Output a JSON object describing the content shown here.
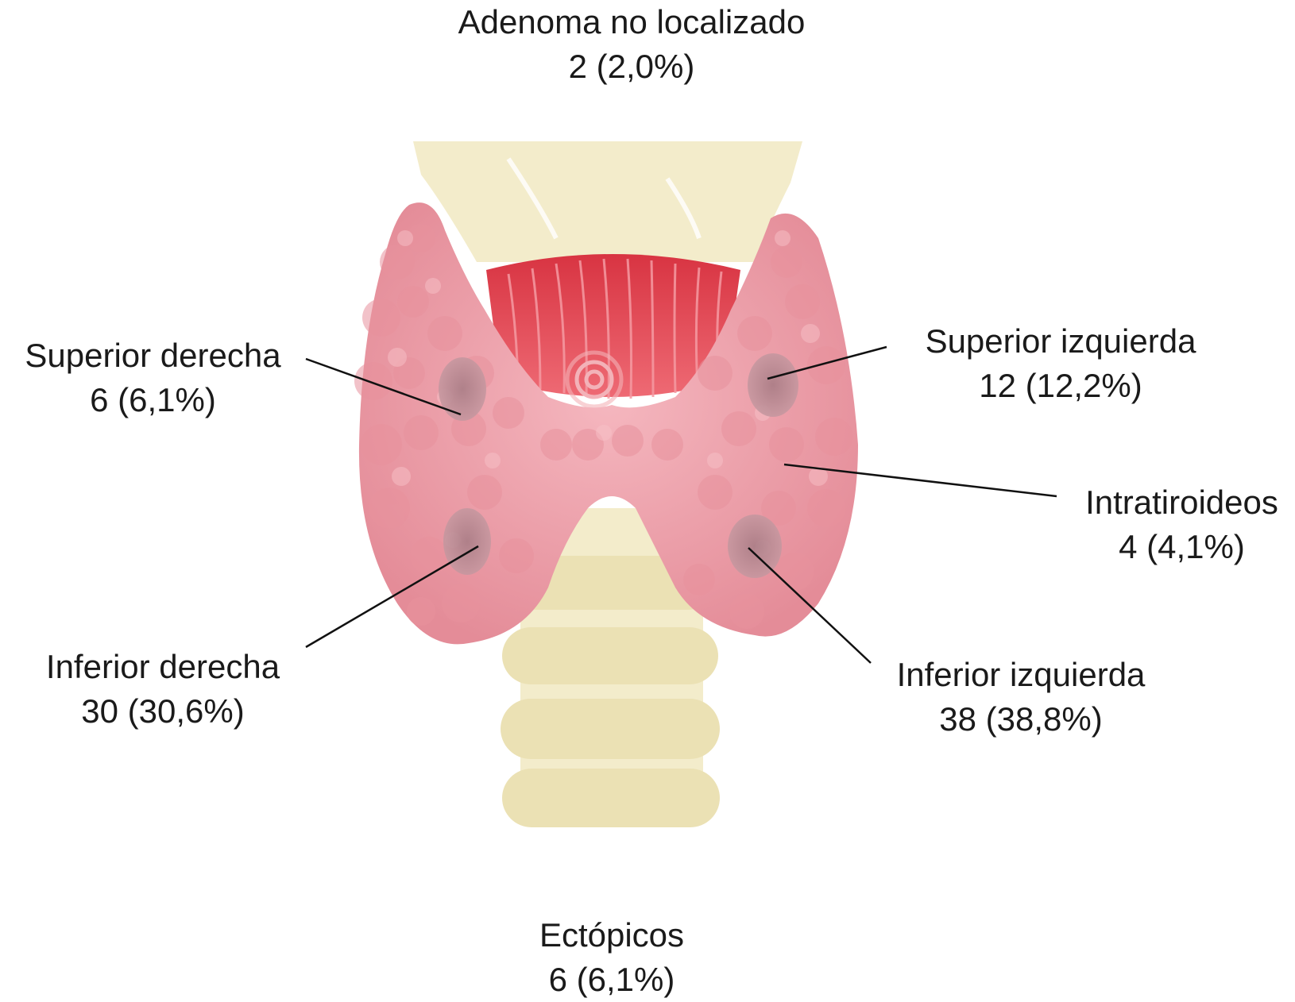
{
  "labels": {
    "no_localizado": {
      "name": "Adenoma no localizado",
      "value": "2 (2,0%)"
    },
    "superior_derecha": {
      "name": "Superior derecha",
      "value": "6 (6,1%)"
    },
    "superior_izquierda": {
      "name": "Superior izquierda",
      "value": "12 (12,2%)"
    },
    "intratiroideos": {
      "name": "Intratiroideos",
      "value": "4 (4,1%)"
    },
    "inferior_derecha": {
      "name": "Inferior derecha",
      "value": "30 (30,6%)"
    },
    "inferior_izquierda": {
      "name": "Inferior izquierda",
      "value": "38 (38,8%)"
    },
    "ectopicos": {
      "name": "Ectópicos",
      "value": "6 (6,1%)"
    }
  },
  "colors": {
    "gland": "#efa4ad",
    "gland_lobule": "#e8929d",
    "gland_shadow": "#d97a86",
    "adenoma": "#b88890",
    "trachea": "#f3eccb",
    "trachea_ring": "#e9dfb2",
    "muscle": "#e34b56",
    "muscle_stripe": "#f08891",
    "leader_line": "#111111"
  }
}
